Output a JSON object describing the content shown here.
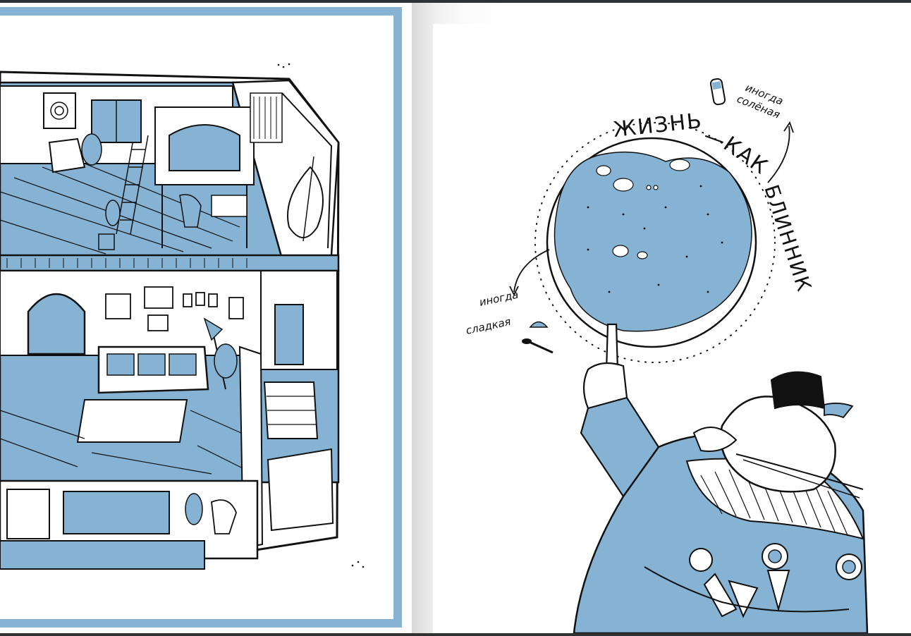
{
  "viewer": {
    "left_page": {
      "illustration": "house-cutaway-illustration"
    },
    "right_page": {
      "headline_parts": [
        "ЖИЗНЬ",
        "—",
        "КАК",
        "БЛИННИК"
      ],
      "note_top_line1": "иногда",
      "note_top_line2": "солёная",
      "note_bottom_line1": "иногда",
      "note_bottom_line2": "сладкая"
    }
  },
  "colors": {
    "accent_blue": "#86b3d4",
    "ink": "#111111",
    "page": "#ffffff",
    "viewer_bar": "#2f3336"
  }
}
